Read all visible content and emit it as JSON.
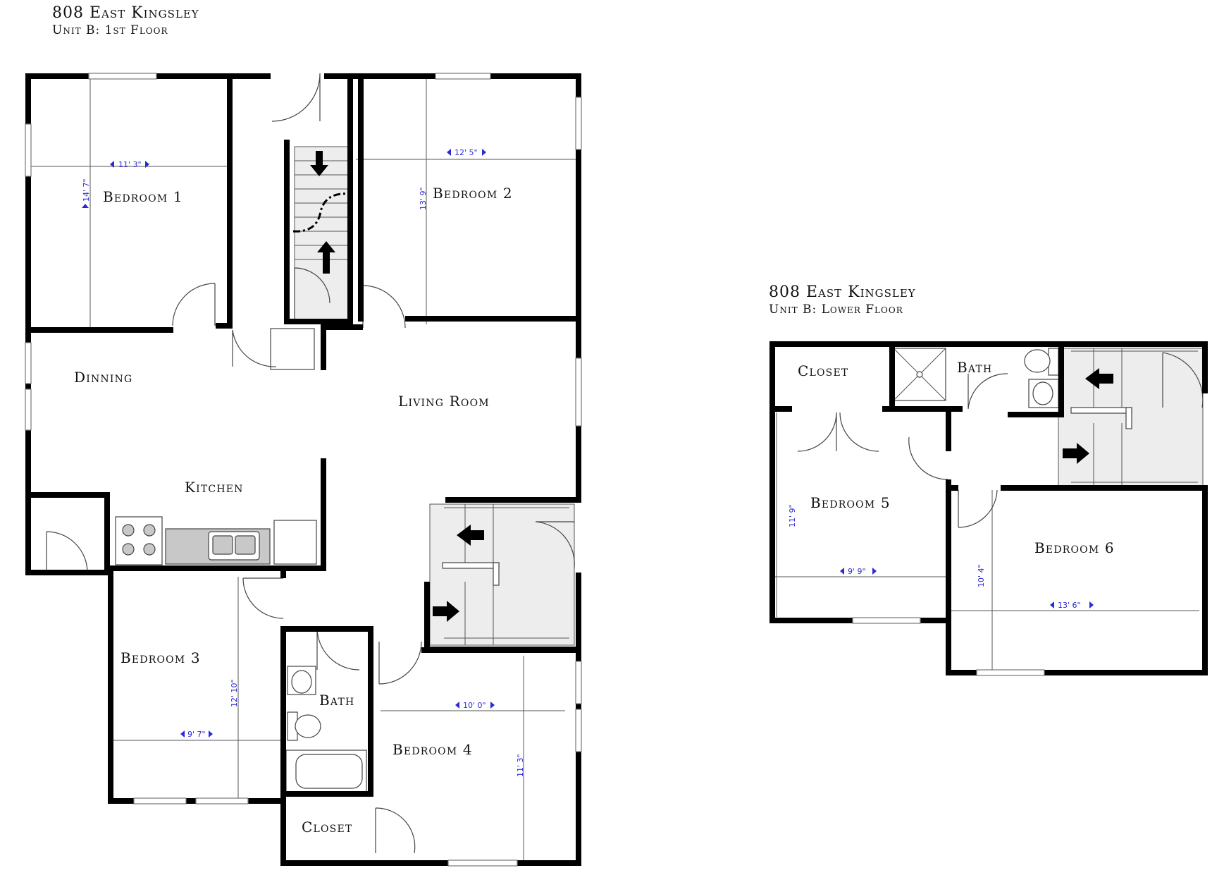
{
  "unit_upper": {
    "title": "808 East Kingsley",
    "subtitle": "Unit B: 1st Floor",
    "rooms": {
      "bedroom1": "Bedroom 1",
      "bedroom2": "Bedroom 2",
      "bedroom3": "Bedroom 3",
      "bedroom4": "Bedroom 4",
      "dinning": "Dinning",
      "living": "Living Room",
      "kitchen": "Kitchen",
      "bath": "Bath",
      "closet": "Closet"
    },
    "dimensions": {
      "b1_w": "11' 3\"",
      "b1_h": "14' 7\"",
      "b2_w": "12' 5\"",
      "b2_h": "13' 9\"",
      "b3_w": "9' 7\"",
      "b3_h": "12' 10\"",
      "b4_w": "10' 0\"",
      "b4_h": "11' 3\""
    }
  },
  "unit_lower": {
    "title": "808 East Kingsley",
    "subtitle": "Unit B: Lower Floor",
    "rooms": {
      "closet": "Closet",
      "bath": "Bath",
      "bedroom5": "Bedroom 5",
      "bedroom6": "Bedroom 6"
    },
    "dimensions": {
      "b5_w": "9' 9\"",
      "b5_h": "11' 9\"",
      "b6_w": "13' 6\"",
      "b6_h": "10' 4\""
    }
  },
  "colors": {
    "wall": "#000000",
    "dimension": "#2b2bd6",
    "stair_fill": "#ededed"
  }
}
